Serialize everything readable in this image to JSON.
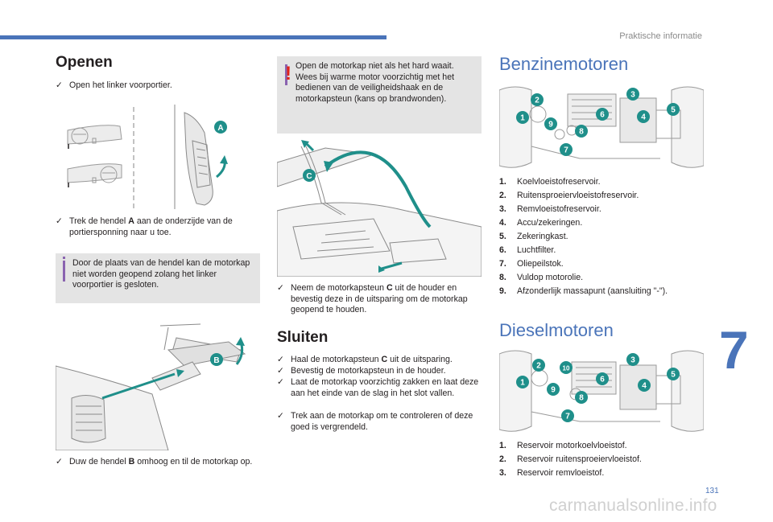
{
  "header": {
    "section": "Praktische informatie",
    "chapter": "7",
    "page": "131"
  },
  "watermark": "carmanualsonline.info",
  "openen": {
    "title": "Openen",
    "step1": "Open het linker voorportier.",
    "step2_pre": "Trek de hendel ",
    "step2_bold": "A",
    "step2_post": " aan de onderzijde van de portiersponning naar u toe.",
    "note": "Door de plaats van de hendel kan de motorkap niet worden geopend zolang het linker voorportier is gesloten.",
    "step3_pre": "Duw de hendel ",
    "step3_bold": "B",
    "step3_post": " omhoog en til de motorkap op.",
    "labelA": "A",
    "labelB": "B"
  },
  "warning": "Open de motorkap niet als het hard waait. Wees bij warme motor voorzichtig met het bedienen van de veiligheidshaak en de motorkapsteun (kans op brandwonden).",
  "steun": {
    "labelC": "C",
    "step_pre": "Neem de motorkapsteun ",
    "step_bold": "C",
    "step_post": " uit de houder en bevestig deze in de uitsparing om de motorkap geopend te houden."
  },
  "sluiten": {
    "title": "Sluiten",
    "steps": [
      {
        "pre": "Haal de motorkapsteun ",
        "bold": "C",
        "post": " uit de uitsparing."
      },
      {
        "pre": "Bevestig de motorkapsteun in de houder.",
        "bold": "",
        "post": ""
      },
      {
        "pre": "Laat de motorkap voorzichtig zakken en laat deze aan het einde van de slag in het slot vallen.",
        "bold": "",
        "post": ""
      },
      {
        "pre": "Trek aan de motorkap om te controleren of deze goed is vergrendeld.",
        "bold": "",
        "post": ""
      }
    ]
  },
  "benzine": {
    "title": "Benzinemotoren",
    "items": [
      {
        "n": "1.",
        "t": "Koelvloeistofreservoir."
      },
      {
        "n": "2.",
        "t": "Ruitensproeiervloeistofreservoir."
      },
      {
        "n": "3.",
        "t": "Remvloeistofreservoir."
      },
      {
        "n": "4.",
        "t": "Accu/zekeringen."
      },
      {
        "n": "5.",
        "t": "Zekeringkast."
      },
      {
        "n": "6.",
        "t": "Luchtfilter."
      },
      {
        "n": "7.",
        "t": "Oliepeilstok."
      },
      {
        "n": "8.",
        "t": "Vuldop motorolie."
      },
      {
        "n": "9.",
        "t": "Afzonderlijk massapunt (aansluiting \"-\")."
      }
    ],
    "callouts": [
      "1",
      "2",
      "3",
      "4",
      "5",
      "6",
      "7",
      "8",
      "9"
    ]
  },
  "diesel": {
    "title": "Dieselmotoren",
    "items": [
      {
        "n": "1.",
        "t": "Reservoir motorkoelvloeistof."
      },
      {
        "n": "2.",
        "t": "Reservoir ruitensproeiervloeistof."
      },
      {
        "n": "3.",
        "t": "Reservoir remvloeistof."
      }
    ],
    "callouts": [
      "1",
      "2",
      "3",
      "4",
      "5",
      "6",
      "7",
      "8",
      "9",
      "10"
    ]
  },
  "colors": {
    "accent": "#4a74b9",
    "callout": "#1f8f8a",
    "info": "#8a63b0",
    "warning": "#e2231a",
    "box": "#e4e4e4"
  },
  "icons": {
    "bullet": "check-bullet-icon",
    "info": "info-icon",
    "warning": "warning-icon"
  }
}
